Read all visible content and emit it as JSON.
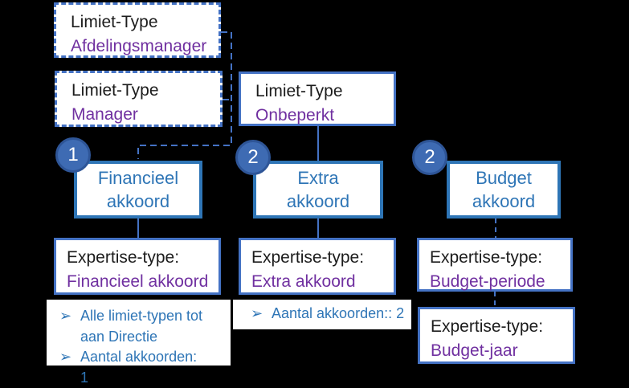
{
  "diagram": {
    "background": "#000000",
    "colors": {
      "dashed_border": "#4472C4",
      "akkoord_border": "#2E75B6",
      "blue_text": "#2E75B6",
      "purple_text": "#7030A0",
      "badge_fill": "#3E6BB3",
      "badge_border": "#2E5597",
      "badge_text": "#FFFFFF"
    },
    "nodes": {
      "limiet_afdelingsmanager": {
        "title": "Limiet-Type",
        "value": "Afdelingsmanager"
      },
      "limiet_manager": {
        "title": "Limiet-Type",
        "value": "Manager"
      },
      "limiet_onbeperkt": {
        "title": "Limiet-Type",
        "value": "Onbeperkt"
      },
      "financieel_akkoord": {
        "badge": "1",
        "line1": "Financieel",
        "line2": "akkoord"
      },
      "extra_akkoord": {
        "badge": "2",
        "line1": "Extra",
        "line2": "akkoord"
      },
      "budget_akkoord": {
        "badge": "2",
        "line1": "Budget",
        "line2": "akkoord"
      },
      "expertise_financieel": {
        "title": "Expertise-type:",
        "value": "Financieel akkoord"
      },
      "expertise_extra": {
        "title": "Expertise-type:",
        "value": "Extra akkoord"
      },
      "expertise_budget_periode": {
        "title": "Expertise-type:",
        "value": "Budget-periode"
      },
      "expertise_budget_jaar": {
        "title": "Expertise-type:",
        "value": "Budget-jaar"
      }
    },
    "notes": {
      "financieel": {
        "bullet": "➢",
        "item1": "Alle limiet-typen tot aan Directie",
        "item2": "Aantal akkoorden: 1"
      },
      "extra": {
        "bullet": "➢",
        "item1": "Aantal akkoorden:: 2"
      }
    }
  }
}
